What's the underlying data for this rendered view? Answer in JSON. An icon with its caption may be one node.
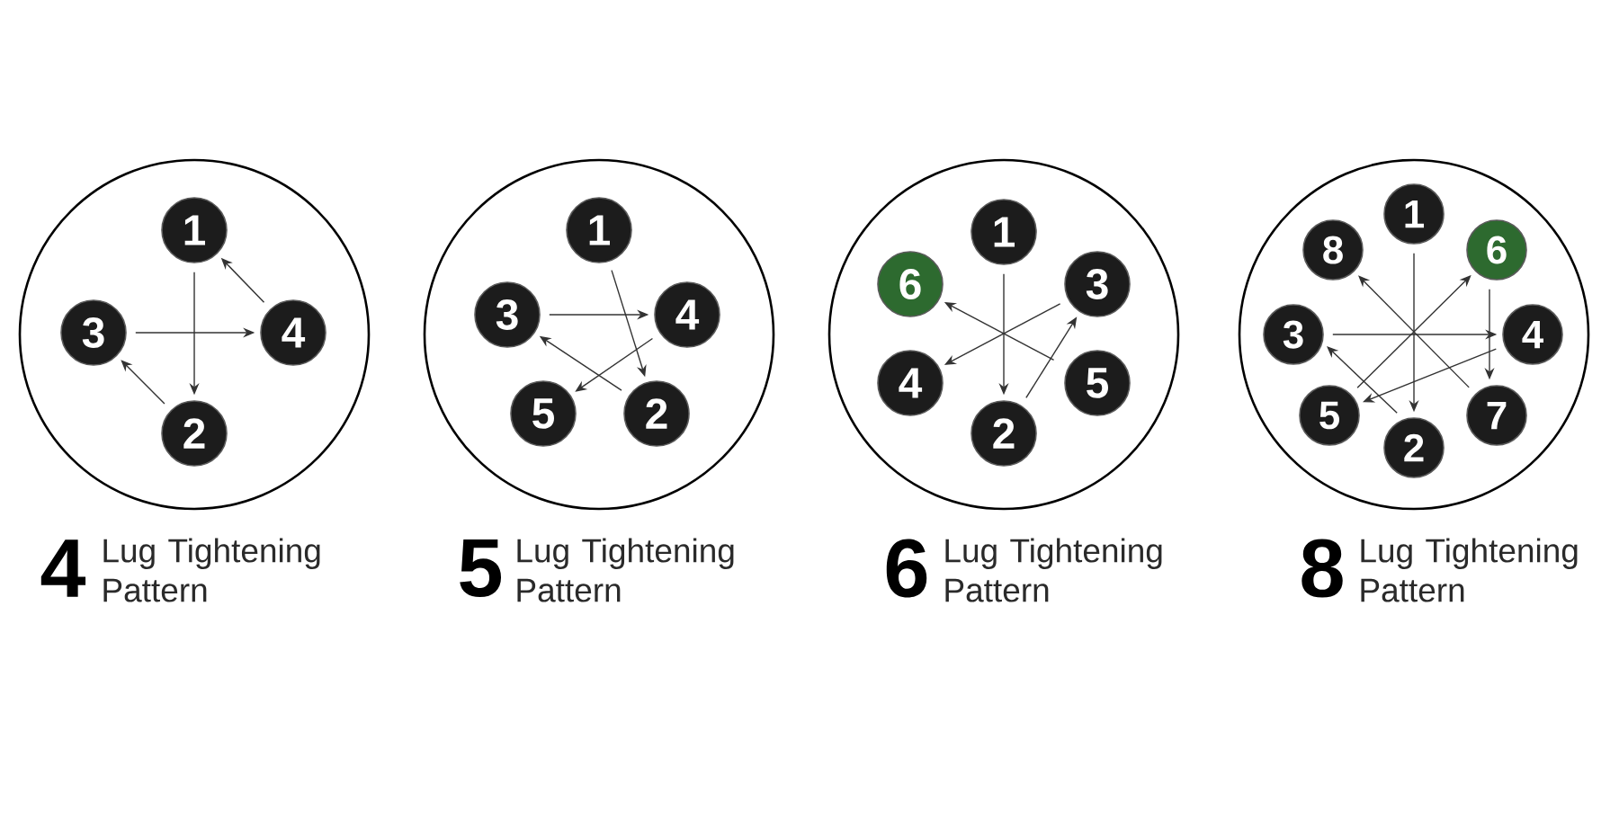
{
  "diagram": {
    "nodes": [
      {
        "text": [],
        "shape": "circle",
        "beside": [
          "4",
          "Lug Tightening Pattern"
        ]
      },
      {
        "text": [
          "1"
        ],
        "in": 0
      },
      {
        "text": [
          "2"
        ],
        "in": 0
      },
      {
        "text": [
          "3"
        ],
        "in": 0
      },
      {
        "text": [
          "4"
        ],
        "in": 0
      },
      {
        "text": [],
        "shape": "circle",
        "beside": [
          "5",
          "Lug Tightening Pattern"
        ]
      },
      {
        "text": [
          "1"
        ],
        "in": 5
      },
      {
        "text": [
          "2"
        ],
        "in": 5
      },
      {
        "text": [
          "3"
        ],
        "in": 5
      },
      {
        "text": [
          "4"
        ],
        "in": 5
      },
      {
        "text": [
          "5"
        ],
        "in": 5
      },
      {
        "text": [],
        "shape": "circle",
        "beside": [
          "6",
          "Lug Tightening Pattern"
        ]
      },
      {
        "text": [
          "1"
        ],
        "in": 11
      },
      {
        "text": [
          "2"
        ],
        "in": 11
      },
      {
        "text": [
          "3"
        ],
        "in": 11
      },
      {
        "text": [
          "4"
        ],
        "in": 11
      },
      {
        "text": [
          "5"
        ],
        "in": 11
      },
      {
        "text": [
          "6"
        ],
        "in": 11
      },
      {
        "text": [],
        "shape": "circle",
        "beside": [
          "8",
          "Lug Tightening Pattern"
        ]
      },
      {
        "text": [
          "1"
        ],
        "in": 18
      },
      {
        "text": [
          "2"
        ],
        "in": 18
      },
      {
        "text": [
          "3"
        ],
        "in": 18
      },
      {
        "text": [
          "4"
        ],
        "in": 18
      },
      {
        "text": [
          "5"
        ],
        "in": 18
      },
      {
        "text": [
          "6"
        ],
        "in": 18
      },
      {
        "text": [
          "7"
        ],
        "in": 18
      },
      {
        "text": [
          "8"
        ],
        "in": 18
      }
    ],
    "edges": [
      {
        "from": 1,
        "to": 2,
        "arrow": "to"
      },
      {
        "from": 2,
        "to": 3,
        "arrow": "to"
      },
      {
        "from": 3,
        "to": 4,
        "arrow": "to"
      },
      {
        "from": 4,
        "to": 1,
        "arrow": "to"
      },
      {
        "from": 6,
        "to": 7,
        "arrow": "to"
      },
      {
        "from": 7,
        "to": 8,
        "arrow": "to"
      },
      {
        "from": 8,
        "to": 9,
        "arrow": "to"
      },
      {
        "from": 9,
        "to": 10,
        "arrow": "to"
      },
      {
        "from": 12,
        "to": 13,
        "arrow": "to"
      },
      {
        "from": 13,
        "to": 14,
        "arrow": "to"
      },
      {
        "from": 14,
        "to": 15,
        "arrow": "to"
      },
      {
        "from": 16,
        "to": 17,
        "arrow": "to"
      },
      {
        "from": 19,
        "to": 20,
        "arrow": "to"
      },
      {
        "from": 20,
        "to": 21,
        "arrow": "to"
      },
      {
        "from": 21,
        "to": 22,
        "arrow": "to"
      },
      {
        "from": 22,
        "to": 23,
        "arrow": "to"
      },
      {
        "from": 23,
        "to": 24,
        "arrow": "to"
      },
      {
        "from": 24,
        "to": 25,
        "arrow": "to"
      },
      {
        "from": 25,
        "to": 26,
        "arrow": "to"
      }
    ]
  }
}
